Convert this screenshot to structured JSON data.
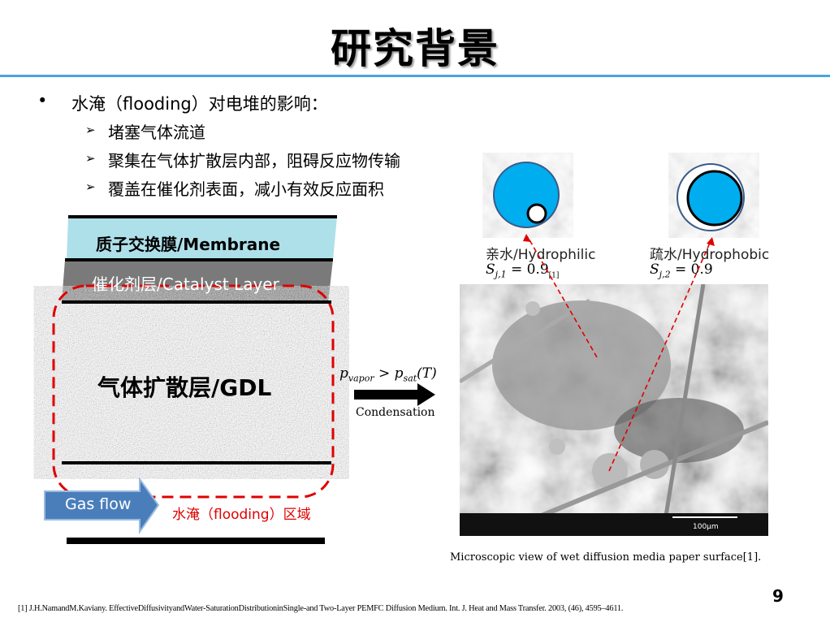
{
  "title": "研究背景",
  "bullet": {
    "marker": "•",
    "text": "水淹（flooding）对电堆的影响："
  },
  "sub_items": [
    {
      "marker": "➢",
      "text": "堵塞气体流道"
    },
    {
      "marker": "➢",
      "text": "聚集在气体扩散层内部，阻碍反应物传输"
    },
    {
      "marker": "➢",
      "text": "覆盖在催化剂表面，减小有效反应面积"
    }
  ],
  "layers": {
    "membrane": "质子交换膜/Membrane",
    "catalyst": "催化剂层/Catalyst Layer",
    "gdl": "气体扩散层/GDL"
  },
  "gas_flow": "Gas flow",
  "flooding_region": "水淹（flooding）区域",
  "condition": "p_vapor > p_sat(T)",
  "condition_parts": {
    "p1": "p",
    "s1": "vapor",
    "gt": " > ",
    "p2": "p",
    "s2": "sat",
    "t": "(T)"
  },
  "condensation": "Condensation",
  "hydrophilic": {
    "label": "亲水/Hydrophilic",
    "eq": "S",
    "sub": "j,1",
    "val": " = 0.9",
    "ref": "[1]"
  },
  "hydrophobic": {
    "label": "疏水/Hydrophobic",
    "eq": "S",
    "sub": "j,2",
    "val": " = 0.9"
  },
  "scale_bar": "100μm",
  "caption": "Microscopic view of wet diffusion media paper surface[1].",
  "page_number": "9",
  "reference": "[1] J.H.NamandM.Kaviany. EffectiveDiffusivityandWater-SaturationDistributioninSingle-and Two-Layer PEMFC Diffusion Medium. Int. J. Heat and Mass Transfer. 2003, (46), 4595–4611.",
  "colors": {
    "accent": "#4aa3df",
    "water": "#00adef",
    "flood": "#e00000",
    "gas_arrow": "#4a7ebb"
  }
}
